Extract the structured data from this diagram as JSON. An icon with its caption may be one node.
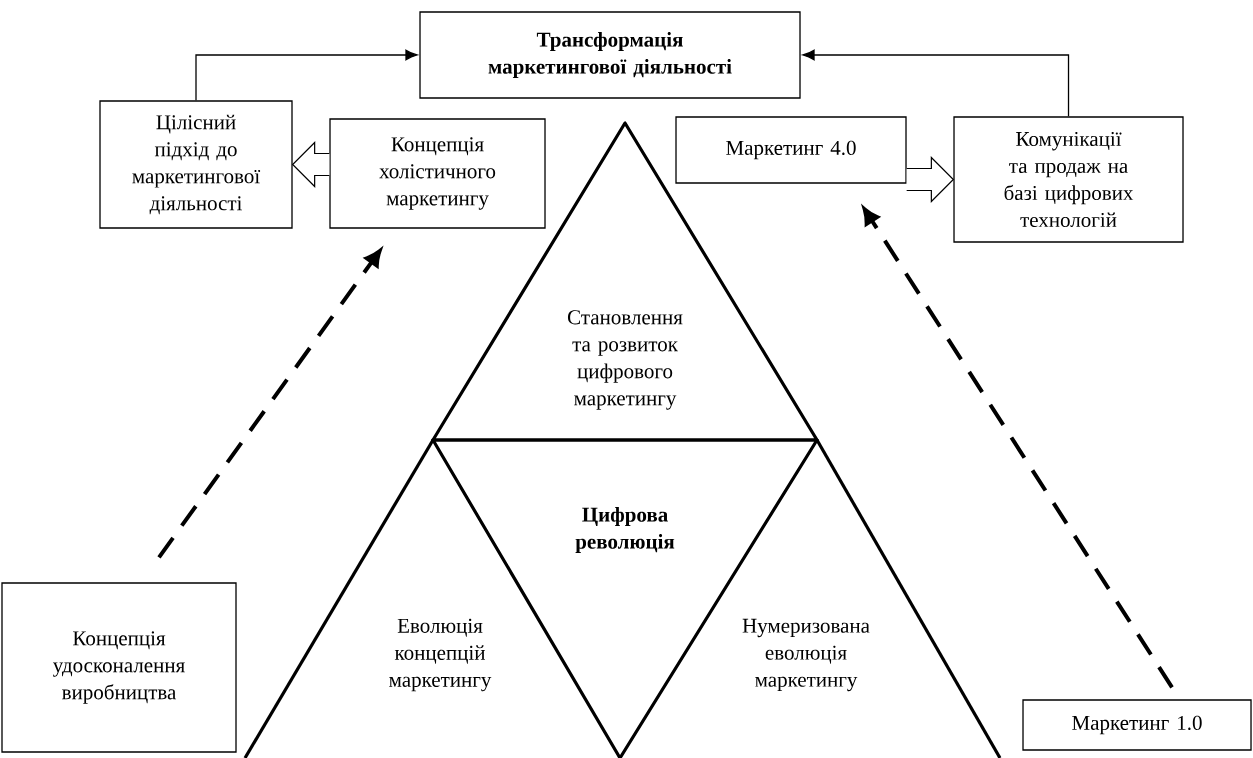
{
  "diagram": {
    "nodes": [
      {
        "text": [
          "Трансформація маркетингової діяльності"
        ]
      },
      {
        "text": [
          "Цілісний підхід до маркетингової діяльності"
        ]
      },
      {
        "text": [
          "Концепція холістичного маркетингу"
        ]
      },
      {
        "text": [
          "Маркетинг 4.0"
        ]
      },
      {
        "text": [
          "Комунікації та продаж на базі цифрових технологій"
        ]
      },
      {
        "text": [
          "Становлення та розвиток цифрового маркетингу"
        ]
      },
      {
        "text": [
          "Еволюція концепцій маркетингу"
        ]
      },
      {
        "text": [
          "Цифрова революція"
        ]
      },
      {
        "text": [
          "Нумеризована еволюція маркетингу"
        ]
      },
      {
        "text": [
          "Концепція удосконалення виробництва"
        ]
      },
      {
        "text": [
          "Маркетинг 1.0"
        ]
      }
    ],
    "edges": [
      {
        "from": 1,
        "to": 0,
        "arrow": "to"
      },
      {
        "from": 4,
        "to": 0,
        "arrow": "to"
      },
      {
        "from": 2,
        "to": 1,
        "arrow": "to"
      },
      {
        "from": 3,
        "to": 4,
        "arrow": "to"
      },
      {
        "from": 9,
        "to": 2,
        "arrow": "to",
        "style": "dashed"
      },
      {
        "from": 10,
        "to": 3,
        "arrow": "to",
        "style": "dashed"
      }
    ]
  }
}
